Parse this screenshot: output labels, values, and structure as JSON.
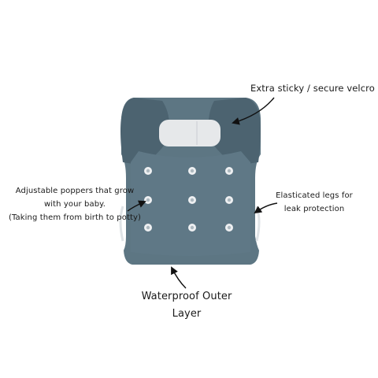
{
  "image": {
    "subject": "Cloth nappy",
    "main_color": "#5d7683",
    "dark_flap_color": "#4c6370",
    "velcro_color": "#e6e8ea",
    "popper_color": "#eef0f2",
    "annotation_color": "#111111",
    "popper_grid": {
      "rows": 3,
      "columns": 3
    }
  },
  "callouts": {
    "velcro": {
      "lines": [
        "Extra sticky / secure velcro"
      ]
    },
    "poppers": {
      "lines": [
        "Adjustable poppers that grow",
        "with your baby.",
        "(Taking them from birth to potty)"
      ]
    },
    "legs": {
      "lines": [
        "Elasticated legs for",
        "leak protection"
      ]
    },
    "outer": {
      "lines": [
        "Waterproof Outer",
        "Layer"
      ]
    }
  }
}
